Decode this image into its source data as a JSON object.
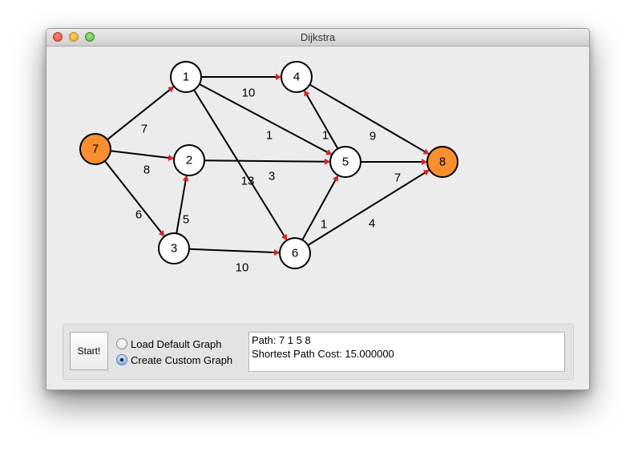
{
  "window": {
    "title": "Dijkstra"
  },
  "graph": {
    "nodes": [
      {
        "id": "1",
        "highlight": false
      },
      {
        "id": "2",
        "highlight": false
      },
      {
        "id": "3",
        "highlight": false
      },
      {
        "id": "4",
        "highlight": false
      },
      {
        "id": "5",
        "highlight": false
      },
      {
        "id": "6",
        "highlight": false
      },
      {
        "id": "7",
        "highlight": true
      },
      {
        "id": "8",
        "highlight": true
      }
    ],
    "edges": [
      {
        "from": "1",
        "to": "4",
        "weight": "10"
      },
      {
        "from": "7",
        "to": "1",
        "weight": "7"
      },
      {
        "from": "1",
        "to": "5",
        "weight": "1"
      },
      {
        "from": "1",
        "to": "6",
        "weight": "13"
      },
      {
        "from": "7",
        "to": "2",
        "weight": "8"
      },
      {
        "from": "7",
        "to": "3",
        "weight": "6"
      },
      {
        "from": "2",
        "to": "5",
        "weight": "3"
      },
      {
        "from": "3",
        "to": "2",
        "weight": "5"
      },
      {
        "from": "5",
        "to": "4",
        "weight": "1"
      },
      {
        "from": "4",
        "to": "8",
        "weight": "9"
      },
      {
        "from": "5",
        "to": "8",
        "weight": "7"
      },
      {
        "from": "6",
        "to": "5",
        "weight": "1"
      },
      {
        "from": "6",
        "to": "8",
        "weight": "4"
      },
      {
        "from": "3",
        "to": "6",
        "weight": "10"
      }
    ],
    "colors": {
      "highlight_fill": "#fb8f2f",
      "normal_fill": "#ffffff",
      "arrow": "#e02020"
    }
  },
  "controls": {
    "start_label": "Start!",
    "radio_default_label": "Load Default Graph",
    "radio_default_selected": false,
    "radio_custom_label": "Create Custom Graph",
    "radio_custom_selected": true,
    "output_line1": "Path: 7 1 5 8",
    "output_line2": "Shortest Path Cost: 15.000000"
  }
}
